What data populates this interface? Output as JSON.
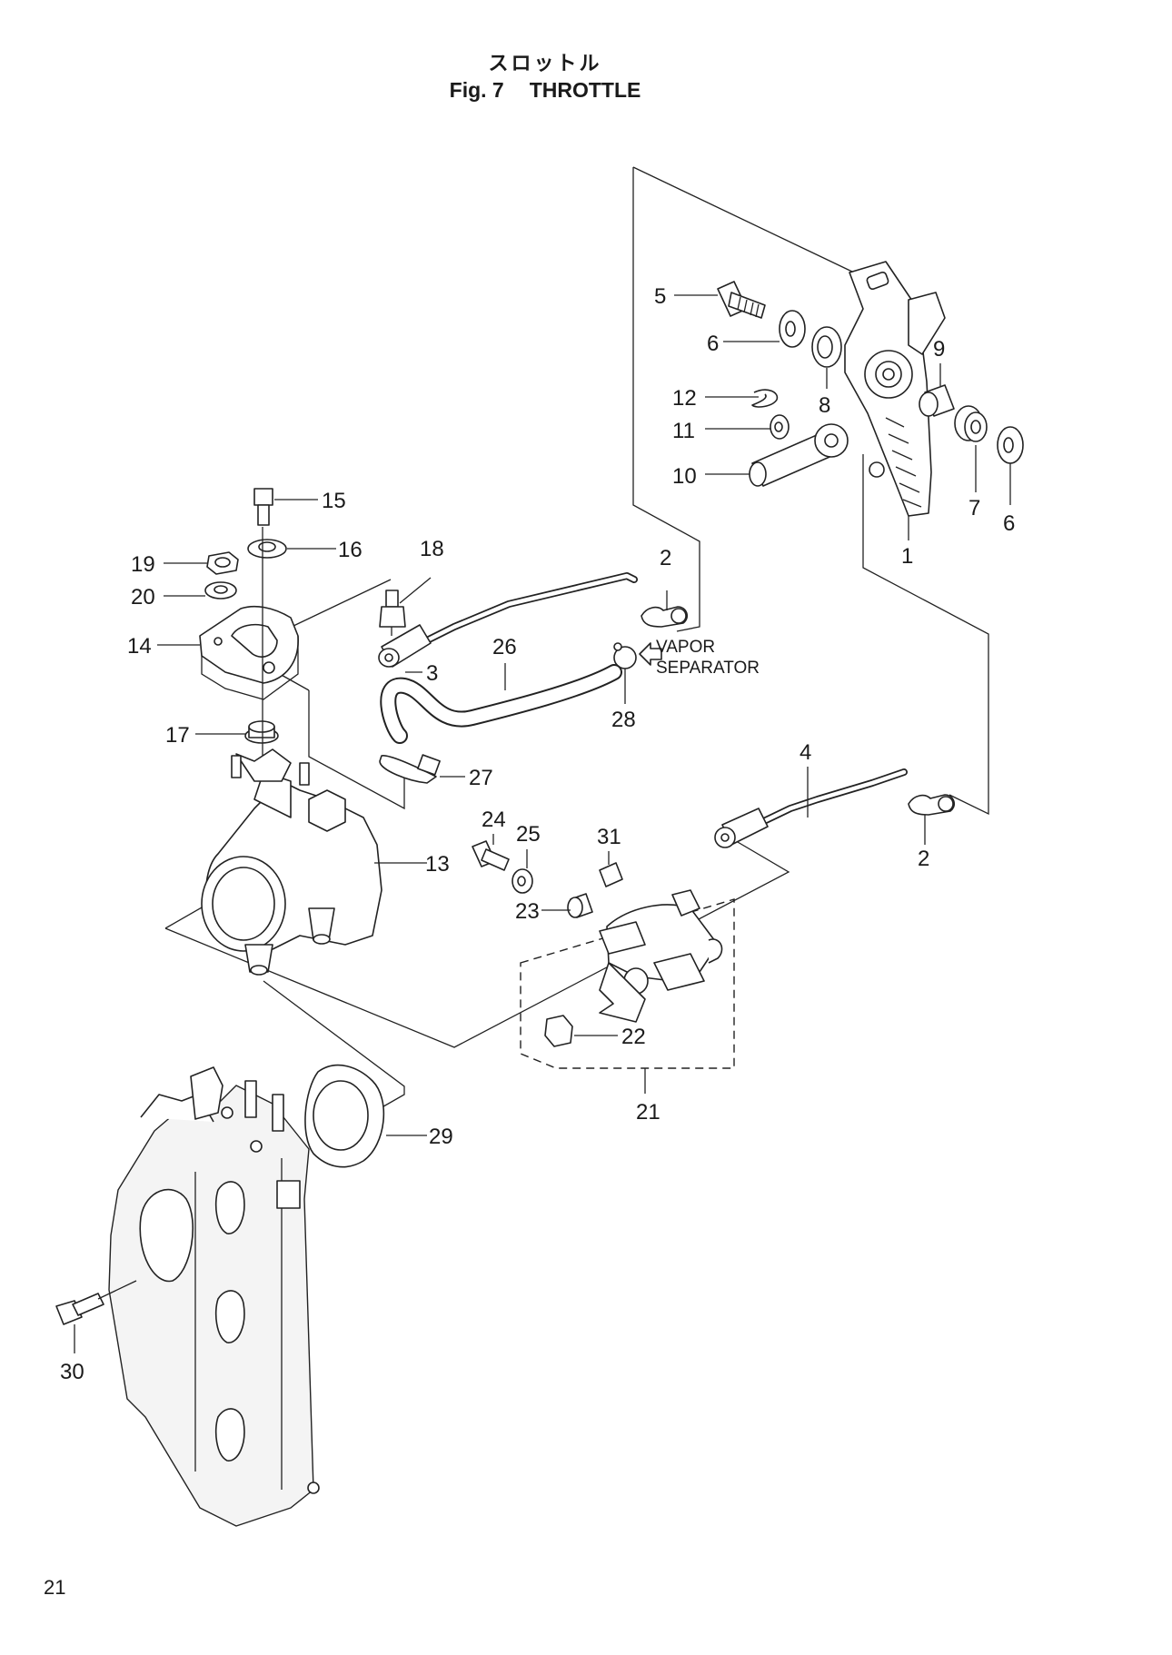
{
  "header": {
    "title_jp": "スロットル",
    "fig_label": "Fig. 7",
    "title_en": "THROTTLE"
  },
  "page_number": "21",
  "callouts": {
    "c1": "1",
    "c2a": "2",
    "c2b": "2",
    "c3": "3",
    "c4": "4",
    "c5": "5",
    "c6a": "6",
    "c6b": "6",
    "c7": "7",
    "c8": "8",
    "c9": "9",
    "c10": "10",
    "c11": "11",
    "c12": "12",
    "c13": "13",
    "c14": "14",
    "c15": "15",
    "c16": "16",
    "c17": "17",
    "c18": "18",
    "c19": "19",
    "c20": "20",
    "c21": "21",
    "c22": "22",
    "c23": "23",
    "c24": "24",
    "c25": "25",
    "c26": "26",
    "c27": "27",
    "c28": "28",
    "c29": "29",
    "c30": "30",
    "c31": "31"
  },
  "notes": {
    "vapor_line1": "VAPOR",
    "vapor_line2": "SEPARATOR"
  }
}
